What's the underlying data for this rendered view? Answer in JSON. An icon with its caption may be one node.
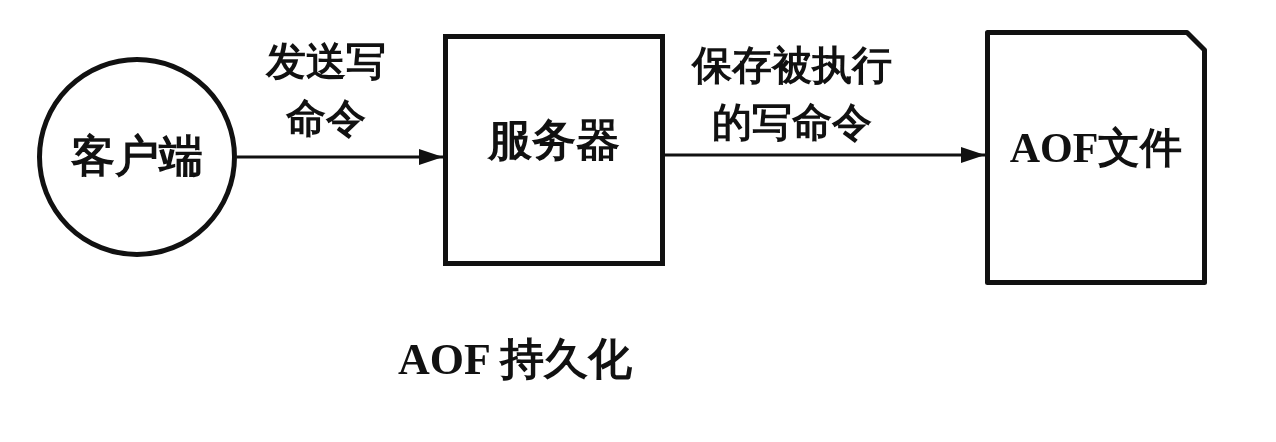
{
  "diagram": {
    "caption": "AOF 持久化",
    "nodes": [
      {
        "text": [
          "客户端"
        ]
      },
      {
        "text": [
          "服务器"
        ]
      },
      {
        "text": [
          "AOF文件"
        ]
      }
    ],
    "edges": [
      {
        "from": 0,
        "to": 1,
        "arrow": "to",
        "label": "发送写命令"
      },
      {
        "from": 1,
        "to": 2,
        "arrow": "to",
        "label": "保存被执行的写命令"
      }
    ]
  }
}
